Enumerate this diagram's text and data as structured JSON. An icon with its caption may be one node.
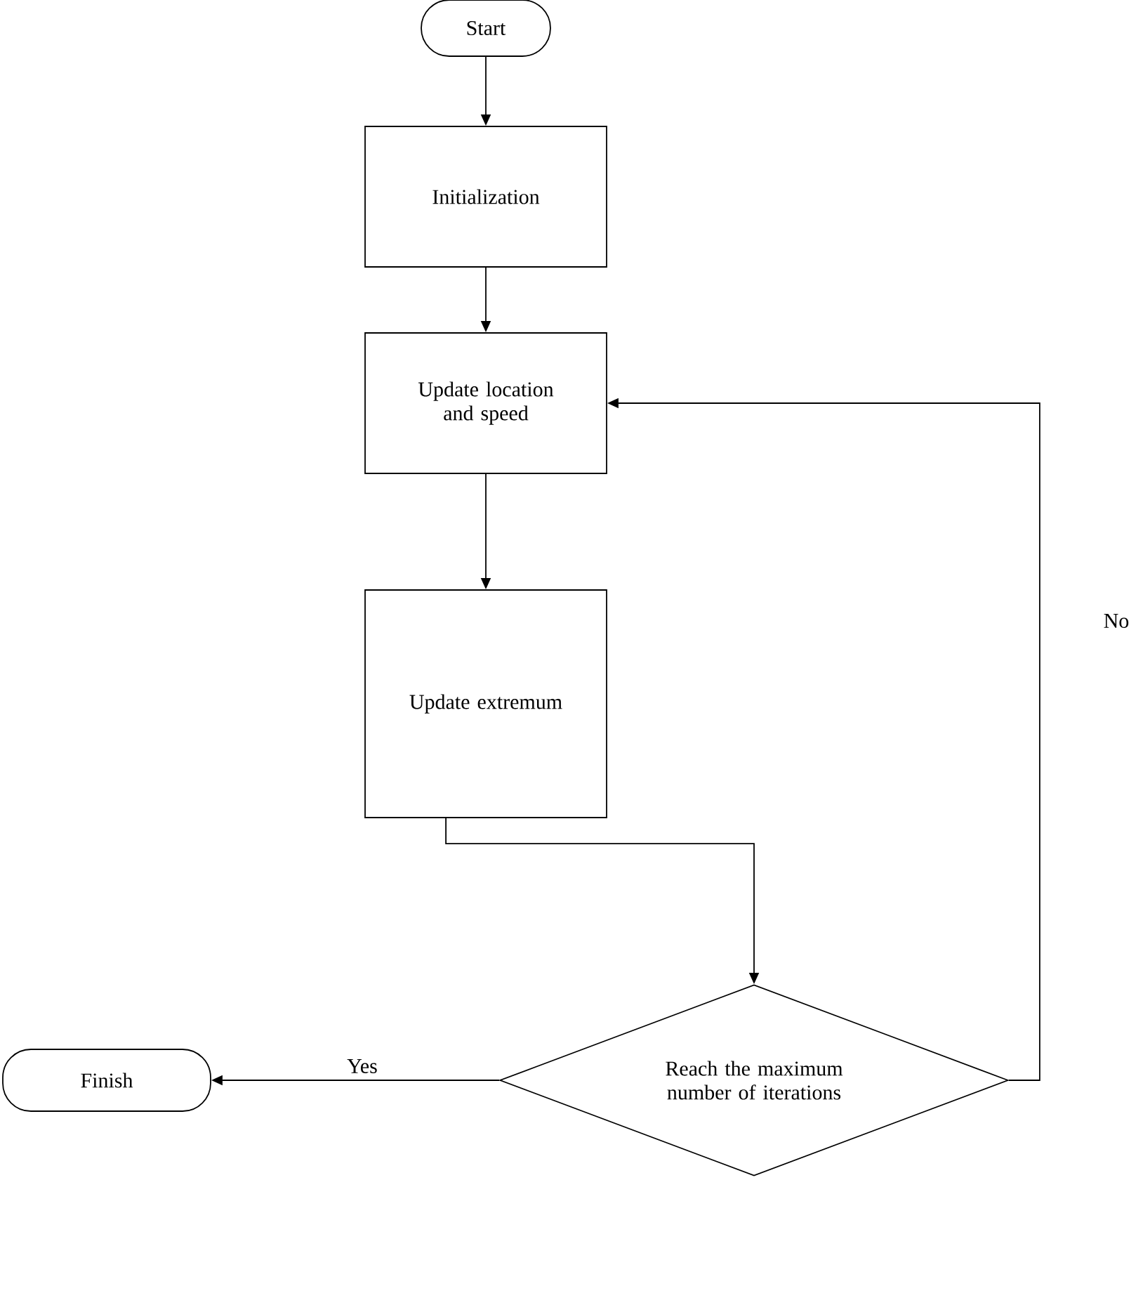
{
  "diagram": {
    "nodes": [
      {
        "text": [
          "Start"
        ]
      },
      {
        "text": [
          "Initialization"
        ]
      },
      {
        "text": [
          "Update location and speed"
        ]
      },
      {
        "text": [
          "Update extremum"
        ]
      },
      {
        "text": [
          "Reach the maximum number of iterations"
        ]
      },
      {
        "text": [
          "Finish"
        ]
      }
    ],
    "edges": [
      {
        "from": 0,
        "to": 1,
        "arrow": "to"
      },
      {
        "from": 1,
        "to": 2,
        "arrow": "to"
      },
      {
        "from": 2,
        "to": 3,
        "arrow": "to"
      },
      {
        "from": 3,
        "to": 4,
        "arrow": "to"
      },
      {
        "from": 4,
        "to": 2,
        "arrow": "to",
        "label": "No"
      },
      {
        "from": 4,
        "to": 5,
        "arrow": "to",
        "label": "Yes"
      }
    ]
  }
}
